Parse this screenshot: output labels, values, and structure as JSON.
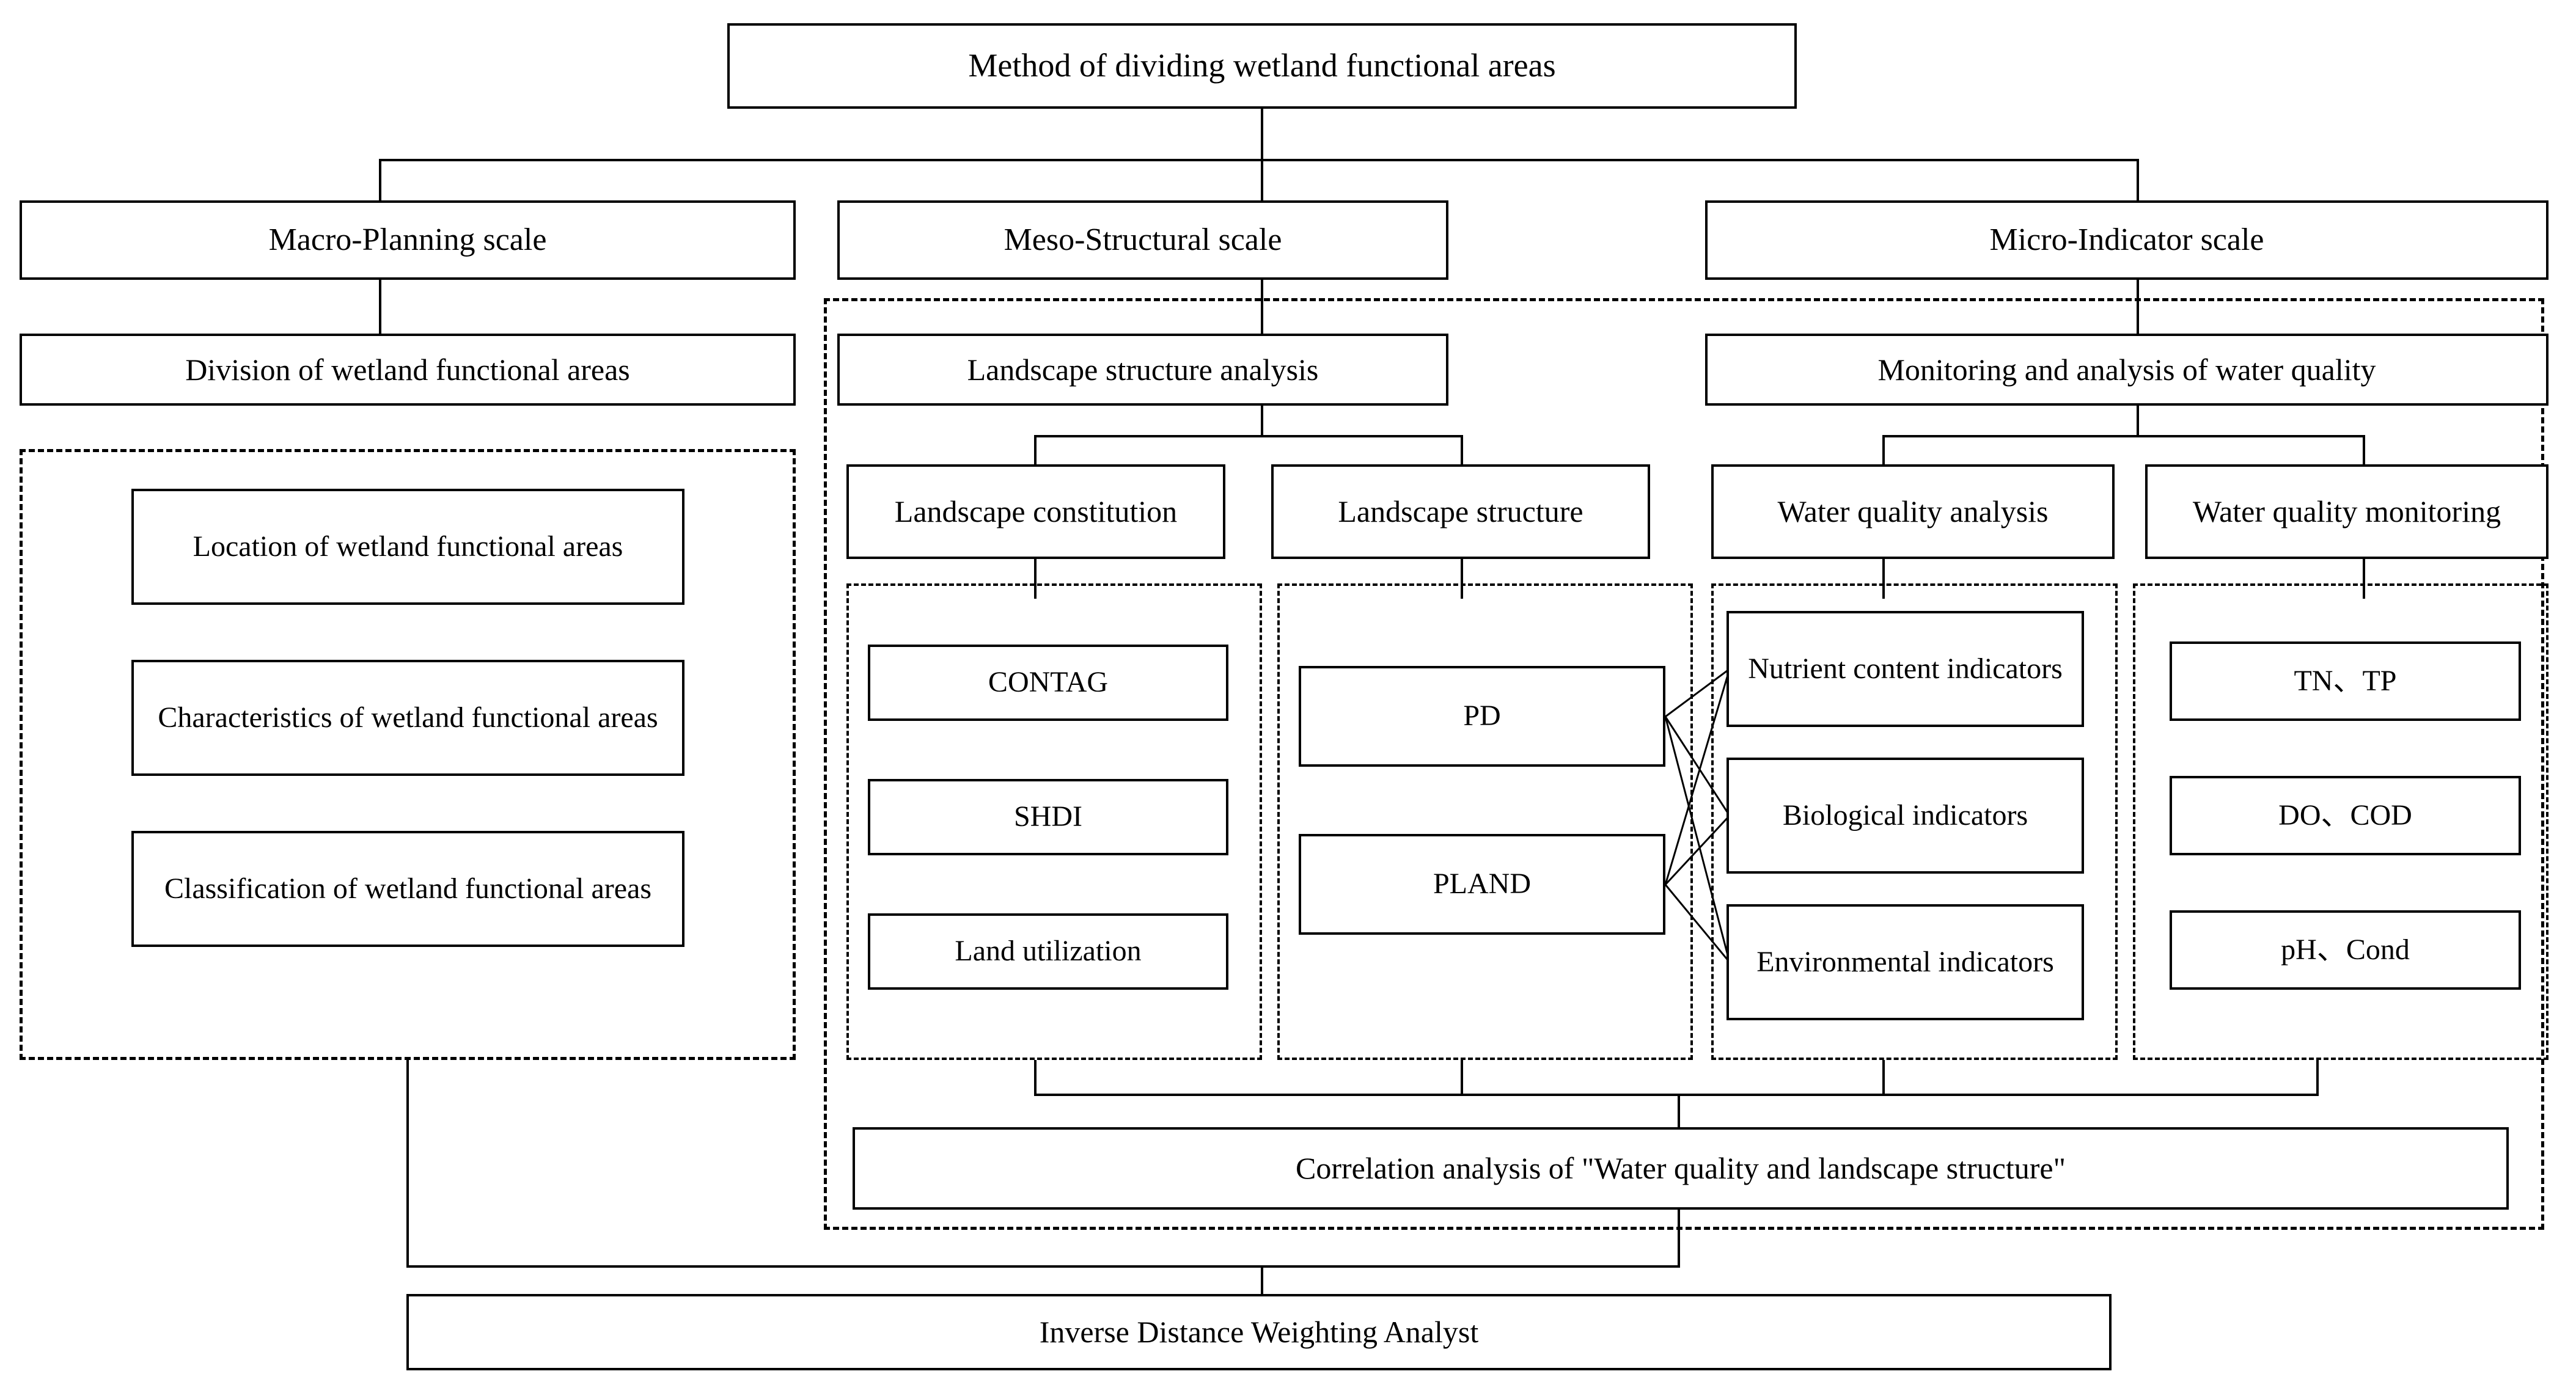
{
  "diagram": {
    "title": "Method of dividing wetland functional areas",
    "columns": [
      {
        "id": "macro",
        "scale_label": "Macro-Planning scale",
        "section_label": "Division of wetland functional areas",
        "items": [
          "Location of wetland functional areas",
          "Characteristics of wetland functional areas",
          "Classification of wetland functional areas"
        ]
      },
      {
        "id": "meso",
        "scale_label": "Meso-Structural scale",
        "section_label": "Landscape  structure analysis",
        "subgroups": [
          {
            "id": "landscape-constitution",
            "label": "Landscape constitution",
            "items": [
              "CONTAG",
              "SHDI",
              "Land utilization"
            ]
          },
          {
            "id": "landscape-structure",
            "label": "Landscape structure",
            "items": [
              "PD",
              "PLAND"
            ]
          }
        ]
      },
      {
        "id": "micro",
        "scale_label": "Micro-Indicator scale",
        "section_label": "Monitoring and analysis of water quality",
        "subgroups": [
          {
            "id": "water-quality-analysis",
            "label": "Water quality analysis",
            "items": [
              "Nutrient content indicators",
              "Biological indicators",
              "Environmental indicators"
            ]
          },
          {
            "id": "water-quality-monitoring",
            "label": "Water quality monitoring",
            "items": [
              "TN、TP",
              "DO、COD",
              "pH、Cond"
            ]
          }
        ]
      }
    ],
    "correlation_label": "Correlation analysis of \"Water quality and landscape structure\"",
    "bottom_label": "Inverse Distance Weighting Analyst"
  },
  "colors": {
    "line": "#000000",
    "background": "#ffffff",
    "text": "#000000"
  }
}
